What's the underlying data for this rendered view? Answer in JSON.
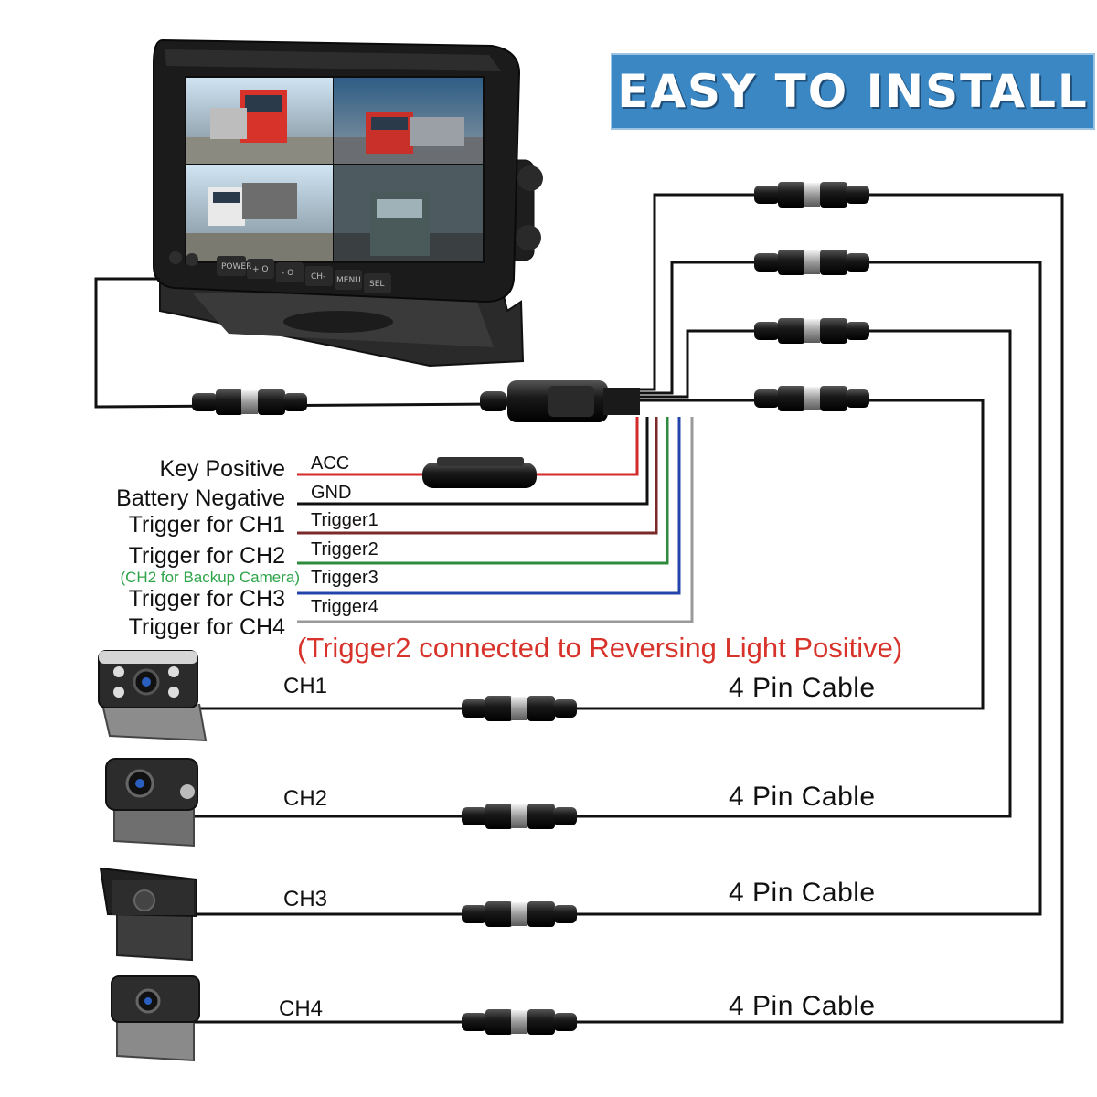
{
  "banner": {
    "title": "EASY TO INSTALL"
  },
  "monitor": {
    "buttons": [
      "POWER",
      "+ O",
      "- O",
      "CH-",
      "MENU",
      "SEL"
    ]
  },
  "left_labels": {
    "key_positive": "Key Positive",
    "battery_negative": "Battery Negative",
    "trigger_ch1": "Trigger for CH1",
    "trigger_ch2": "Trigger for CH2",
    "ch2_backup": "(CH2 for Backup Camera)",
    "trigger_ch3": "Trigger for CH3",
    "trigger_ch4": "Trigger for CH4"
  },
  "wires": {
    "acc": "ACC",
    "gnd": "GND",
    "trigger1": "Trigger1",
    "trigger2": "Trigger2",
    "trigger3": "Trigger3",
    "trigger4": "Trigger4"
  },
  "note": "(Trigger2 connected to Reversing Light Positive)",
  "channels": [
    {
      "name": "CH1",
      "cable": "4 Pin Cable"
    },
    {
      "name": "CH2",
      "cable": "4 Pin Cable"
    },
    {
      "name": "CH3",
      "cable": "4 Pin Cable"
    },
    {
      "name": "CH4",
      "cable": "4 Pin Cable"
    }
  ],
  "colors": {
    "acc_wire": "#d32a2a",
    "gnd_wire": "#111111",
    "trigger1_wire": "#7a2a2a",
    "trigger2_wire": "#2e8b3e",
    "trigger3_wire": "#2344a8",
    "trigger4_wire": "#9a9a9a",
    "note_text": "#d8332a",
    "backup_note": "#2ea449",
    "banner_bg": "#3a87c4"
  }
}
